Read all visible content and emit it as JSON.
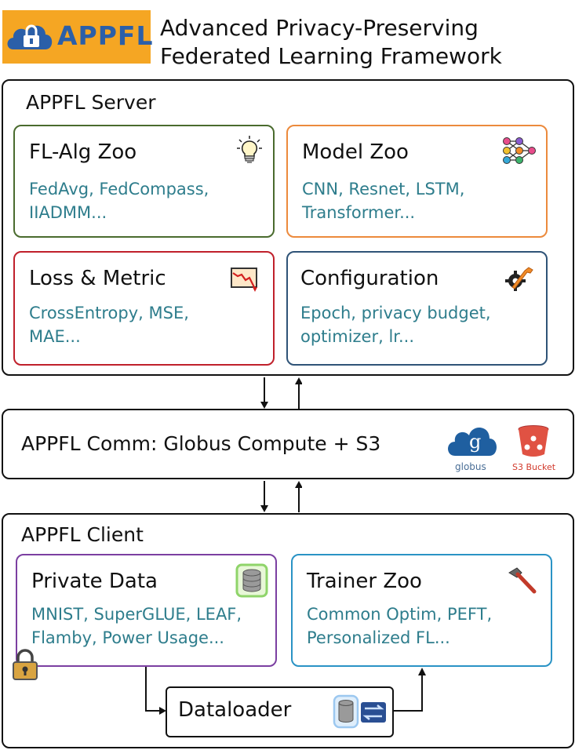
{
  "logo": {
    "text": "APPFL",
    "bg_color": "#f5a623"
  },
  "header": {
    "line1": "Advanced Privacy-Preserving",
    "line2": "Federated Learning Framework"
  },
  "server": {
    "title": "APPFL Server",
    "cards": {
      "fl_alg": {
        "title": "FL-Alg Zoo",
        "line1": "FedAvg, FedCompass,",
        "line2": "IIADMM...",
        "icon": "lightbulb-icon",
        "border": "#4a6b2e"
      },
      "model": {
        "title": "Model Zoo",
        "line1": "CNN, Resnet, LSTM,",
        "line2": "Transformer...",
        "icon": "neural-network-icon",
        "border": "#ec8a3c"
      },
      "loss": {
        "title": "Loss & Metric",
        "line1": "CrossEntropy, MSE,",
        "line2": "MAE...",
        "icon": "line-chart-icon",
        "border": "#c0202b"
      },
      "config": {
        "title": "Configuration",
        "line1": "Epoch, privacy budget,",
        "line2": "optimizer, lr...",
        "icon": "gear-wrench-icon",
        "border": "#2f5377"
      }
    }
  },
  "comm": {
    "title": "APPFL Comm: Globus Compute + S3",
    "globus_label": "globus",
    "s3_label": "S3 Bucket"
  },
  "client": {
    "title": "APPFL Client",
    "cards": {
      "private": {
        "title": "Private Data",
        "line1": "MNIST, SuperGLUE, LEAF,",
        "line2": "Flamby, Power Usage...",
        "icon": "database-icon",
        "border": "#7b3fa1"
      },
      "trainer": {
        "title": "Trainer Zoo",
        "line1": "Common Optim, PEFT,",
        "line2": "Personalized FL...",
        "icon": "hammer-icon",
        "border": "#2a93c5"
      }
    },
    "dataloader": {
      "title": "Dataloader",
      "icon": "database-transfer-icon"
    }
  }
}
